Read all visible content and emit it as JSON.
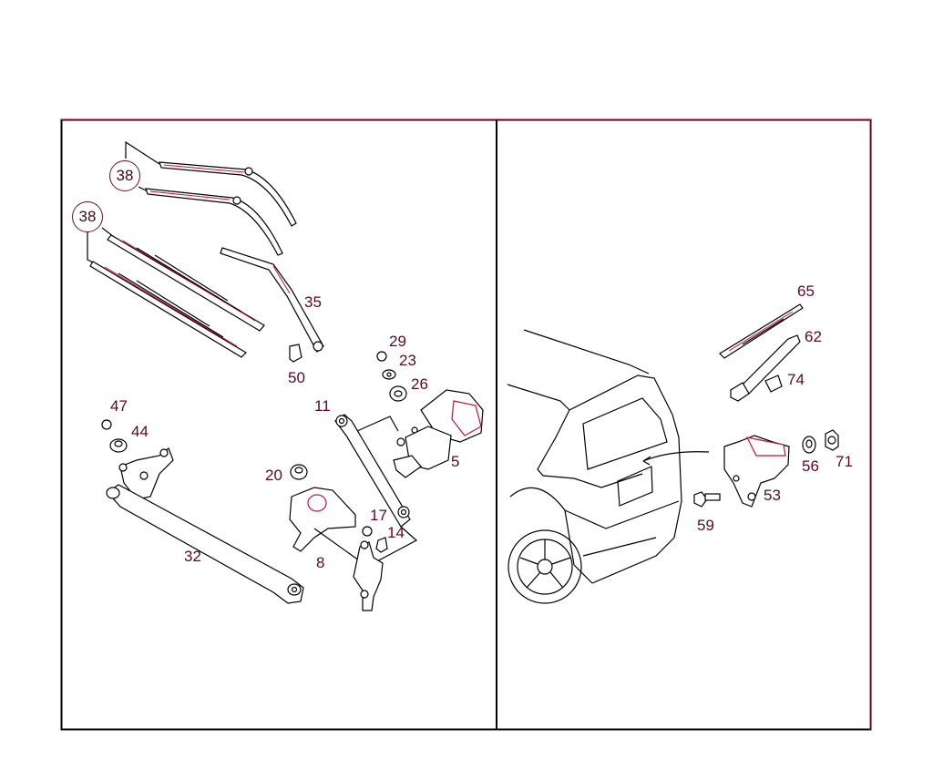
{
  "diagram": {
    "type": "exploded-parts-diagram",
    "subject": "windshield wiper system",
    "colors": {
      "line": "#000000",
      "accent": "#c8103c",
      "label": "#5a0a1e"
    },
    "panels": [
      {
        "id": "front-wiper",
        "labels": [
          {
            "id": "38a",
            "text": "38",
            "circled": true
          },
          {
            "id": "38b",
            "text": "38",
            "circled": true
          },
          {
            "id": "35",
            "text": "35"
          },
          {
            "id": "50",
            "text": "50"
          },
          {
            "id": "29",
            "text": "29"
          },
          {
            "id": "23",
            "text": "23"
          },
          {
            "id": "26",
            "text": "26"
          },
          {
            "id": "11",
            "text": "11"
          },
          {
            "id": "5",
            "text": "5"
          },
          {
            "id": "47",
            "text": "47"
          },
          {
            "id": "44",
            "text": "44"
          },
          {
            "id": "20",
            "text": "20"
          },
          {
            "id": "17",
            "text": "17"
          },
          {
            "id": "14",
            "text": "14"
          },
          {
            "id": "32",
            "text": "32"
          },
          {
            "id": "8",
            "text": "8"
          }
        ]
      },
      {
        "id": "rear-wiper",
        "labels": [
          {
            "id": "65",
            "text": "65"
          },
          {
            "id": "62",
            "text": "62"
          },
          {
            "id": "74",
            "text": "74"
          },
          {
            "id": "56",
            "text": "56"
          },
          {
            "id": "71",
            "text": "71"
          },
          {
            "id": "53",
            "text": "53"
          },
          {
            "id": "59",
            "text": "59"
          }
        ]
      }
    ]
  }
}
